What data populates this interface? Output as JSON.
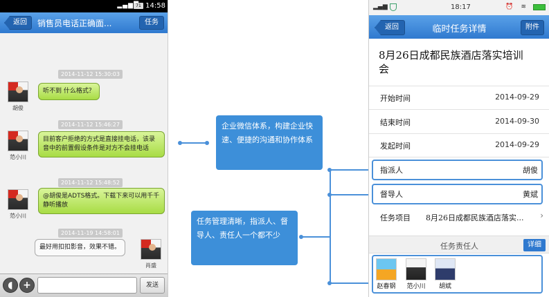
{
  "left_app": {
    "status_bar": {
      "time": "14:58",
      "signal": "▂▄▆█",
      "battery": "71"
    },
    "header": {
      "back_label": "返回",
      "title": "销售员电话正确面...",
      "task_label": "任务"
    },
    "messages": [
      {
        "timestamp": "2014-11-12 15:30:03",
        "sender": "胡俊",
        "text": "听不到 什么格式？"
      },
      {
        "timestamp": "2014-11-12 15:46:27",
        "sender": "范小川",
        "text": "目前客户拒绝的方式是直接挂电话，该录音中的前置假设条件是对方不会挂电话"
      },
      {
        "timestamp": "2014-11-12 15:48:52",
        "sender": "范小川",
        "text": "@胡俊是ADTS格式。下载下来可以用千千静听播放"
      },
      {
        "timestamp": "2014-11-19 14:58:01",
        "sender": "肖盛",
        "text": "最好用扣扣影音，效果不错。"
      }
    ],
    "input_bar": {
      "voice_icon": "sound-icon",
      "plus_icon": "plus-icon",
      "send_label": "发送"
    }
  },
  "callouts": {
    "top": "企业微信体系，构建企业快速、便捷的沟通和协作体系",
    "bottom": "任务管理清晰，指派人、督导人、责任人一个都不少"
  },
  "right_app": {
    "status_bar": {
      "time": "18:17"
    },
    "header": {
      "back_label": "返回",
      "title": "临时任务详情",
      "attach_label": "附件"
    },
    "task_title": "8月26日成都民族酒店落实培训会",
    "fields": {
      "start": {
        "label": "开始时间",
        "value": "2014-09-29"
      },
      "end": {
        "label": "结束时间",
        "value": "2014-09-30"
      },
      "issued": {
        "label": "发起时间",
        "value": "2014-09-29"
      },
      "assigner": {
        "label": "指派人",
        "value": "胡俊"
      },
      "supervisor": {
        "label": "督导人",
        "value": "黄斌"
      },
      "project": {
        "label": "任务项目",
        "value": "8月26日成都民族酒店落实..."
      }
    },
    "responsible": {
      "title": "任务责任人",
      "detail_label": "详细",
      "members": [
        "赵春钢",
        "范小川",
        "胡斌"
      ]
    }
  },
  "colors": {
    "accent": "#3d8fd9",
    "header": "#2f79cf",
    "bubble_green": "#a8dc45"
  }
}
